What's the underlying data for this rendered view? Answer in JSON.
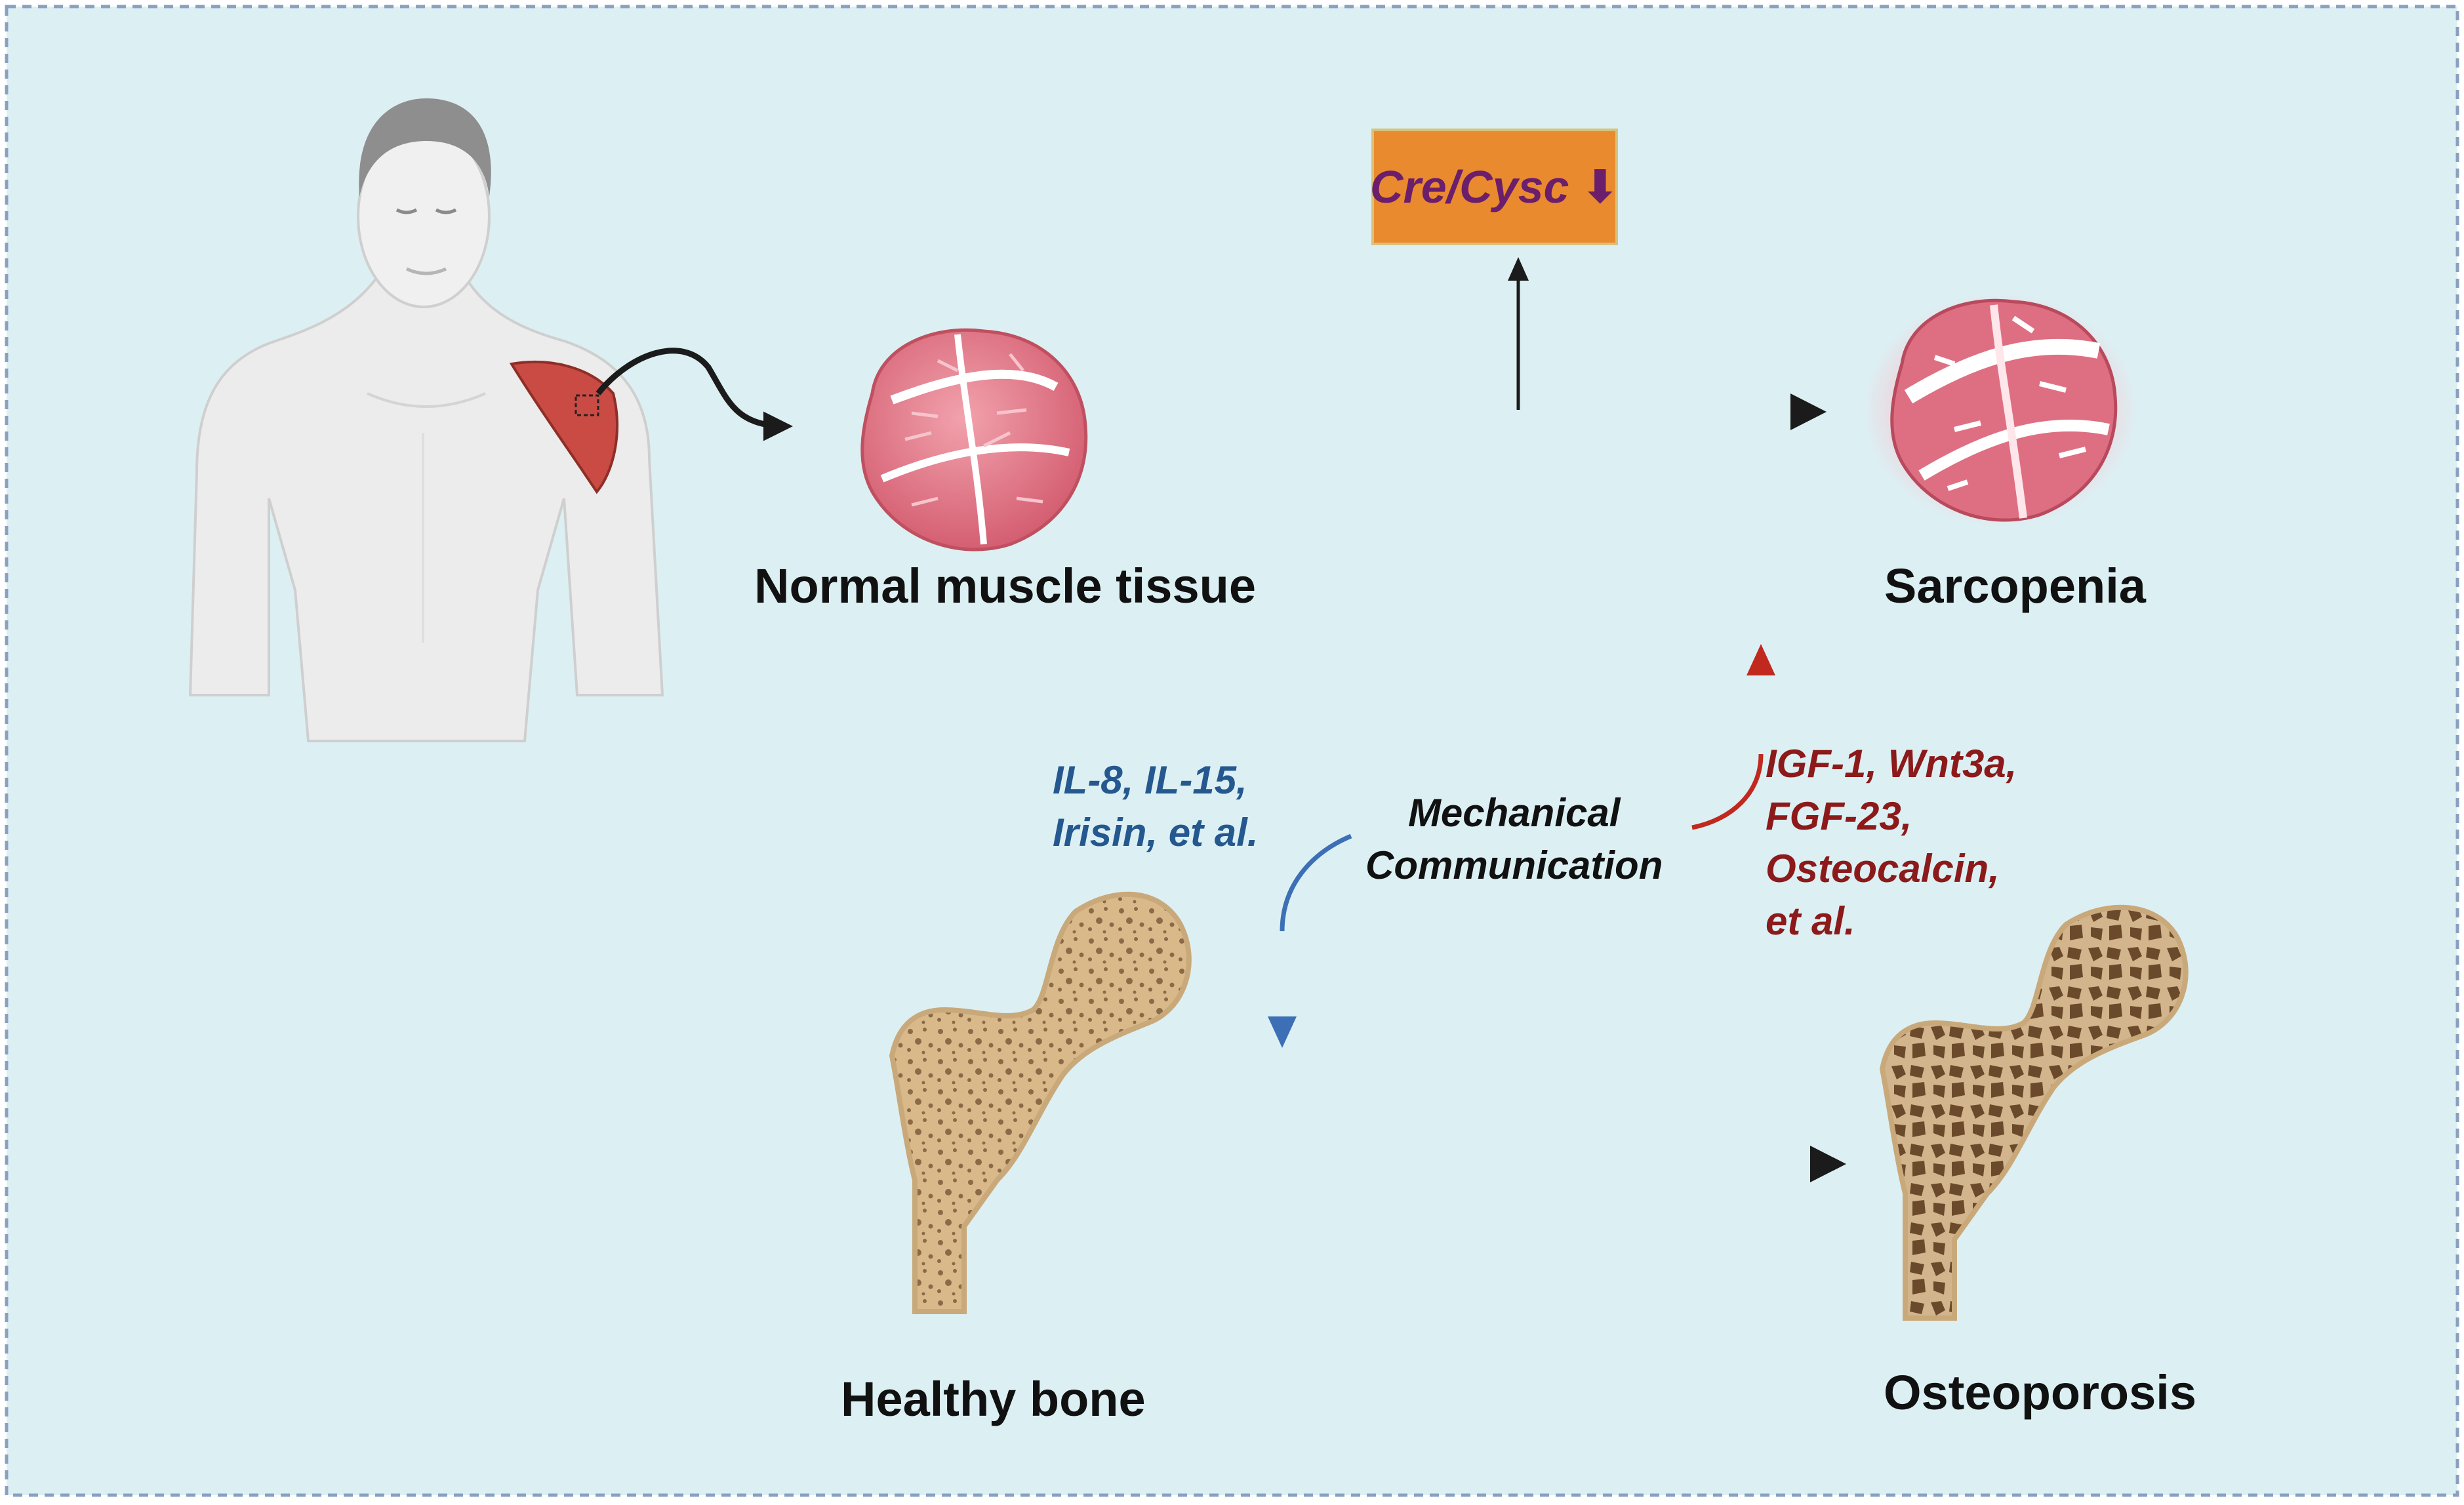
{
  "labels": {
    "normal_muscle": "Normal muscle tissue",
    "sarcopenia": "Sarcopenia",
    "healthy_bone": "Healthy bone",
    "osteoporosis": "Osteoporosis"
  },
  "biomarker_box": {
    "text": "Cre/Cysc",
    "arrow_glyph": "⬇"
  },
  "muscle_to_bone": {
    "lines": [
      "IL-8, IL-15,",
      "Irisin, et al."
    ]
  },
  "bone_to_muscle": {
    "lines": [
      "IGF-1, Wnt3a,",
      "FGF-23,",
      "Osteocalcin,",
      "et al."
    ]
  },
  "center": {
    "lines": [
      "Mechanical",
      "Communication"
    ]
  },
  "colors": {
    "background": "#dcf0f4",
    "border": "#8aa0bf",
    "box_fill": "#ea8a2f",
    "box_text": "#6b1e6b",
    "muscle_factor_text": "#24588f",
    "bone_factor_text": "#8c1a1a",
    "down_arrow": "#3c6fb5",
    "up_arrow": "#c1281e",
    "dark_arrow": "#1b1b1b",
    "muscle_fill": "#e07a88",
    "bone_fill": "#e6cfa3"
  }
}
